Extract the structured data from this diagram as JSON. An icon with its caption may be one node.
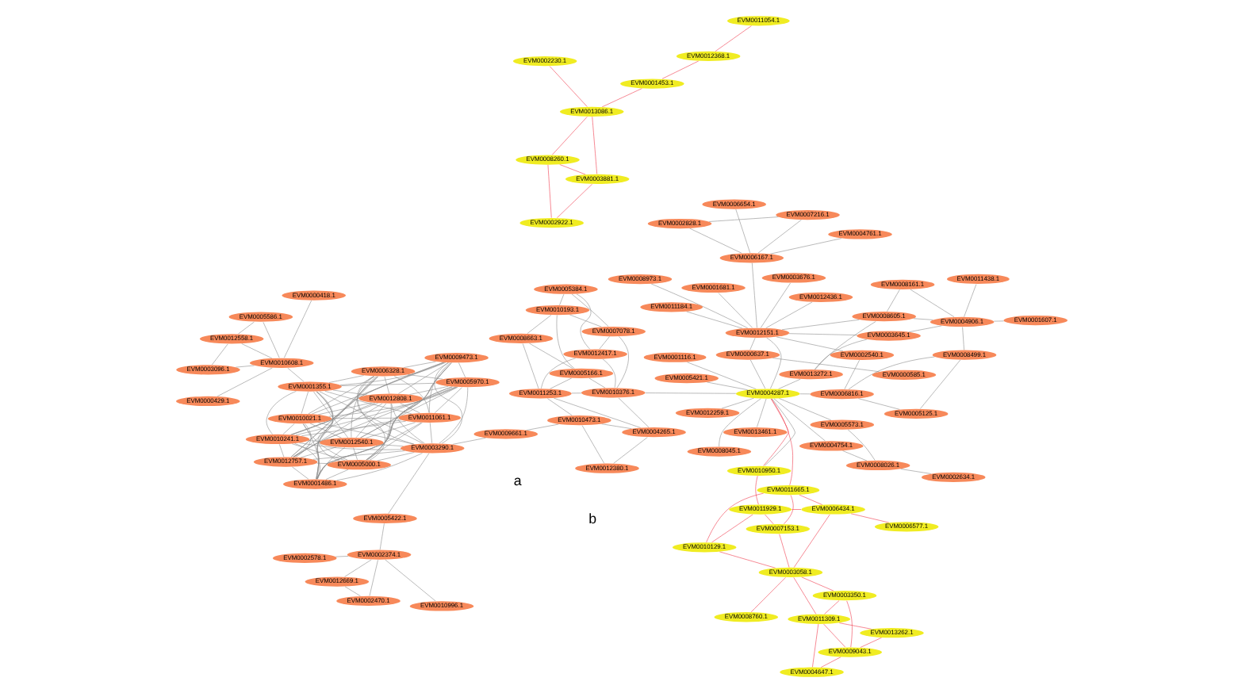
{
  "diagram": {
    "nodes": [
      {
        "text": [
          "EVM0004647.1"
        ]
      },
      {
        "text": [
          "EVM0003350.1"
        ]
      },
      {
        "text": [
          "EVM0009043.1"
        ]
      },
      {
        "text": [
          "EVM0011309.1"
        ]
      },
      {
        "text": [
          "EVM0013262.1"
        ]
      },
      {
        "text": [
          "EVM0003058.1"
        ]
      },
      {
        "text": [
          "EVM0008760.1"
        ]
      },
      {
        "text": [
          "EVM0007153.1"
        ]
      },
      {
        "text": [
          "EVM0010129.1"
        ]
      },
      {
        "text": [
          "EVM0011665.1"
        ]
      },
      {
        "text": [
          "EVM0011929.1"
        ]
      },
      {
        "text": [
          "EVM0006434.1"
        ]
      },
      {
        "text": [
          "EVM0006577.1"
        ]
      },
      {
        "text": [
          "EVM0010950.1"
        ]
      },
      {
        "text": [
          "EVM0004287.1"
        ]
      },
      {
        "text": [
          "EVM0001607.1"
        ]
      },
      {
        "text": [
          "EVM0011438.1"
        ]
      },
      {
        "text": [
          "EVM0008161.1"
        ]
      },
      {
        "text": [
          "EVM0004906.1"
        ]
      },
      {
        "text": [
          "EVM0008499.1"
        ]
      },
      {
        "text": [
          "EVM0011184.1"
        ]
      },
      {
        "text": [
          "EVM0003645.1"
        ]
      },
      {
        "text": [
          "EVM0008605.1"
        ]
      },
      {
        "text": [
          "EVM0001681.1"
        ]
      },
      {
        "text": [
          "EVM0008973.1"
        ]
      },
      {
        "text": [
          "EVM0005125.1"
        ]
      },
      {
        "text": [
          "EVM0002540.1"
        ]
      },
      {
        "text": [
          "EVM0012151.1"
        ]
      },
      {
        "text": [
          "EVM0013272.1"
        ]
      },
      {
        "text": [
          "EVM0012436.1"
        ]
      },
      {
        "text": [
          "EVM0006816.1"
        ]
      },
      {
        "text": [
          "EVM0003676.1"
        ]
      },
      {
        "text": [
          "EVM0008045.1"
        ]
      },
      {
        "text": [
          "EVM0000637.1"
        ]
      },
      {
        "text": [
          "EVM0001116.1"
        ]
      },
      {
        "text": [
          "EVM0000585.1"
        ]
      },
      {
        "text": [
          "EVM0004761.1"
        ]
      },
      {
        "text": [
          "EVM0007216.1"
        ]
      },
      {
        "text": [
          "EVM0002828.1"
        ]
      },
      {
        "text": [
          "EVM0006167.1"
        ]
      },
      {
        "text": [
          "EVM0006654.1"
        ]
      },
      {
        "text": [
          "EVM0005421.1"
        ]
      },
      {
        "text": [
          "EVM0012259.1"
        ]
      },
      {
        "text": [
          "EVM0013461.1"
        ]
      },
      {
        "text": [
          "EVM0005573.1"
        ]
      },
      {
        "text": [
          "EVM0004754.1"
        ]
      },
      {
        "text": [
          "EVM0008026.1"
        ]
      },
      {
        "text": [
          "EVM0002634.1"
        ]
      },
      {
        "text": [
          "EVM0010376.1"
        ]
      },
      {
        "text": [
          "EVM0004265.1"
        ]
      },
      {
        "text": [
          "EVM0010473.1"
        ]
      },
      {
        "text": [
          "EVM0012380.1"
        ]
      },
      {
        "text": [
          "EVM0011253.1"
        ]
      },
      {
        "text": [
          "EVM0012417.1"
        ]
      },
      {
        "text": [
          "EVM0007078.1"
        ]
      },
      {
        "text": [
          "EVM0005166.1"
        ]
      },
      {
        "text": [
          "EVM0005384.1"
        ]
      },
      {
        "text": [
          "EVM0010193.1"
        ]
      },
      {
        "text": [
          "EVM0008663.1"
        ]
      },
      {
        "text": [
          "EVM0009661.1"
        ]
      },
      {
        "text": [
          "EVM0012558.1"
        ]
      },
      {
        "text": [
          "EVM0005586.1"
        ]
      },
      {
        "text": [
          "EVM0003096.1"
        ]
      },
      {
        "text": [
          "EVM0000418.1"
        ]
      },
      {
        "text": [
          "EVM0010608.1"
        ]
      },
      {
        "text": [
          "EVM0000429.1"
        ]
      },
      {
        "text": [
          "EVM0012808.1"
        ]
      },
      {
        "text": [
          "EVM0011061.1"
        ]
      },
      {
        "text": [
          "EVM0001355.1"
        ]
      },
      {
        "text": [
          "EVM0010021.1"
        ]
      },
      {
        "text": [
          "EVM0005000.1"
        ]
      },
      {
        "text": [
          "EVM0009473.1"
        ]
      },
      {
        "text": [
          "EVM0006328.1"
        ]
      },
      {
        "text": [
          "EVM0010241.1"
        ]
      },
      {
        "text": [
          "EVM0012540.1"
        ]
      },
      {
        "text": [
          "EVM0003290.1"
        ]
      },
      {
        "text": [
          "EVM0005970.1"
        ]
      },
      {
        "text": [
          "EVM0001486.1"
        ]
      },
      {
        "text": [
          "EVM0012757.1"
        ]
      },
      {
        "text": [
          "EVM0005422.1"
        ]
      },
      {
        "text": [
          "EVM0002374.1"
        ]
      },
      {
        "text": [
          "EVM0010996.1"
        ]
      },
      {
        "text": [
          "EVM0002578.1"
        ]
      },
      {
        "text": [
          "EVM0002470.1"
        ]
      },
      {
        "text": [
          "EVM0012669.1"
        ]
      },
      {
        "text": [
          "EVM0011054.1"
        ]
      },
      {
        "text": [
          "EVM0012368.1"
        ]
      },
      {
        "text": [
          "EVM0001453.1"
        ]
      },
      {
        "text": [
          "EVM0002230.1"
        ]
      },
      {
        "text": [
          "EVM0013086.1"
        ]
      },
      {
        "text": [
          "EVM0008260.1"
        ]
      },
      {
        "text": [
          "EVM0002922.1"
        ]
      },
      {
        "text": [
          "EVM0003881.1"
        ]
      }
    ],
    "edges": [
      {
        "from": 0,
        "to": 2,
        "arrow": "none",
        "color": "#f0384a"
      },
      {
        "from": 0,
        "to": 3,
        "arrow": "none",
        "color": "#f0384a"
      },
      {
        "from": 1,
        "to": 2,
        "arrow": "none",
        "color": "#f0384a"
      },
      {
        "from": 1,
        "to": 3,
        "arrow": "none",
        "color": "#f0384a"
      },
      {
        "from": 1,
        "to": 5,
        "arrow": "none",
        "color": "#f0384a"
      },
      {
        "from": 2,
        "to": 3,
        "arrow": "none",
        "color": "#f0384a"
      },
      {
        "from": 2,
        "to": 4,
        "arrow": "none",
        "color": "#f0384a"
      },
      {
        "from": 3,
        "to": 4,
        "arrow": "none",
        "color": "#f0384a"
      },
      {
        "from": 3,
        "to": 5,
        "arrow": "none",
        "color": "#f0384a"
      },
      {
        "from": 5,
        "to": 6,
        "arrow": "none",
        "color": "#f0384a"
      },
      {
        "from": 5,
        "to": 7,
        "arrow": "none",
        "color": "#f0384a"
      },
      {
        "from": 5,
        "to": 8,
        "arrow": "none",
        "color": "#f0384a"
      },
      {
        "from": 5,
        "to": 11,
        "arrow": "none",
        "color": "#f0384a"
      },
      {
        "from": 7,
        "to": 9,
        "arrow": "none",
        "color": "#f0384a"
      },
      {
        "from": 7,
        "to": 10,
        "arrow": "none",
        "color": "#f0384a"
      },
      {
        "from": 8,
        "to": 9,
        "arrow": "none",
        "color": "#f0384a"
      },
      {
        "from": 8,
        "to": 10,
        "arrow": "none",
        "color": "#f0384a"
      },
      {
        "from": 11,
        "to": 9,
        "arrow": "none",
        "color": "#f0384a"
      },
      {
        "from": 11,
        "to": 10,
        "arrow": "none",
        "color": "#f0384a"
      },
      {
        "from": 11,
        "to": 12,
        "arrow": "none",
        "color": "#f0384a"
      },
      {
        "from": 10,
        "to": 13,
        "arrow": "none",
        "color": "#f0384a"
      },
      {
        "from": 9,
        "to": 14,
        "arrow": "none",
        "color": "#f0384a"
      },
      {
        "from": 13,
        "to": 14,
        "arrow": "none",
        "color": "#f0384a"
      },
      {
        "from": 13,
        "to": 14,
        "arrow": "none"
      },
      {
        "from": 15,
        "to": 18,
        "arrow": "none"
      },
      {
        "from": 16,
        "to": 18,
        "arrow": "none"
      },
      {
        "from": 17,
        "to": 18,
        "arrow": "none"
      },
      {
        "from": 17,
        "to": 22,
        "arrow": "none"
      },
      {
        "from": 18,
        "to": 19,
        "arrow": "none"
      },
      {
        "from": 18,
        "to": 21,
        "arrow": "none"
      },
      {
        "from": 18,
        "to": 22,
        "arrow": "none"
      },
      {
        "from": 19,
        "to": 30,
        "arrow": "none"
      },
      {
        "from": 19,
        "to": 25,
        "arrow": "none"
      },
      {
        "from": 20,
        "to": 27,
        "arrow": "none"
      },
      {
        "from": 21,
        "to": 27,
        "arrow": "none"
      },
      {
        "from": 21,
        "to": 28,
        "arrow": "none"
      },
      {
        "from": 22,
        "to": 27,
        "arrow": "none"
      },
      {
        "from": 22,
        "to": 28,
        "arrow": "none"
      },
      {
        "from": 23,
        "to": 27,
        "arrow": "none"
      },
      {
        "from": 24,
        "to": 27,
        "arrow": "none"
      },
      {
        "from": 27,
        "to": 39,
        "arrow": "none"
      },
      {
        "from": 26,
        "to": 27,
        "arrow": "none"
      },
      {
        "from": 26,
        "to": 30,
        "arrow": "none"
      },
      {
        "from": 25,
        "to": 30,
        "arrow": "none"
      },
      {
        "from": 27,
        "to": 29,
        "arrow": "none"
      },
      {
        "from": 27,
        "to": 31,
        "arrow": "none"
      },
      {
        "from": 27,
        "to": 33,
        "arrow": "none"
      },
      {
        "from": 28,
        "to": 14,
        "arrow": "none"
      },
      {
        "from": 30,
        "to": 14,
        "arrow": "none"
      },
      {
        "from": 32,
        "to": 14,
        "arrow": "none"
      },
      {
        "from": 34,
        "to": 14,
        "arrow": "none"
      },
      {
        "from": 27,
        "to": 14,
        "arrow": "none"
      },
      {
        "from": 33,
        "to": 35,
        "arrow": "none"
      },
      {
        "from": 39,
        "to": 36,
        "arrow": "none"
      },
      {
        "from": 39,
        "to": 37,
        "arrow": "none"
      },
      {
        "from": 39,
        "to": 38,
        "arrow": "none"
      },
      {
        "from": 39,
        "to": 40,
        "arrow": "none"
      },
      {
        "from": 37,
        "to": 38,
        "arrow": "none"
      },
      {
        "from": 14,
        "to": 33,
        "arrow": "none"
      },
      {
        "from": 14,
        "to": 41,
        "arrow": "none"
      },
      {
        "from": 14,
        "to": 42,
        "arrow": "none"
      },
      {
        "from": 14,
        "to": 43,
        "arrow": "none"
      },
      {
        "from": 14,
        "to": 44,
        "arrow": "none"
      },
      {
        "from": 14,
        "to": 45,
        "arrow": "none"
      },
      {
        "from": 44,
        "to": 46,
        "arrow": "none"
      },
      {
        "from": 45,
        "to": 46,
        "arrow": "none"
      },
      {
        "from": 46,
        "to": 47,
        "arrow": "none"
      },
      {
        "from": 14,
        "to": 48,
        "arrow": "none"
      },
      {
        "from": 48,
        "to": 49,
        "arrow": "none"
      },
      {
        "from": 48,
        "to": 53,
        "arrow": "none"
      },
      {
        "from": 48,
        "to": 54,
        "arrow": "none"
      },
      {
        "from": 48,
        "to": 55,
        "arrow": "none"
      },
      {
        "from": 48,
        "to": 52,
        "arrow": "none"
      },
      {
        "from": 49,
        "to": 52,
        "arrow": "none"
      },
      {
        "from": 49,
        "to": 51,
        "arrow": "none"
      },
      {
        "from": 49,
        "to": 50,
        "arrow": "none"
      },
      {
        "from": 50,
        "to": 52,
        "arrow": "none"
      },
      {
        "from": 50,
        "to": 51,
        "arrow": "none"
      },
      {
        "from": 50,
        "to": 59,
        "arrow": "none"
      },
      {
        "from": 53,
        "to": 52,
        "arrow": "none"
      },
      {
        "from": 53,
        "to": 54,
        "arrow": "none"
      },
      {
        "from": 53,
        "to": 56,
        "arrow": "none"
      },
      {
        "from": 52,
        "to": 58,
        "arrow": "none"
      },
      {
        "from": 52,
        "to": 55,
        "arrow": "none"
      },
      {
        "from": 54,
        "to": 56,
        "arrow": "none"
      },
      {
        "from": 54,
        "to": 57,
        "arrow": "none"
      },
      {
        "from": 55,
        "to": 57,
        "arrow": "none"
      },
      {
        "from": 55,
        "to": 58,
        "arrow": "none"
      },
      {
        "from": 56,
        "to": 57,
        "arrow": "none"
      },
      {
        "from": 57,
        "to": 58,
        "arrow": "none"
      },
      {
        "from": 59,
        "to": 75,
        "arrow": "none"
      },
      {
        "from": 60,
        "to": 61,
        "arrow": "none"
      },
      {
        "from": 60,
        "to": 62,
        "arrow": "none"
      },
      {
        "from": 60,
        "to": 64,
        "arrow": "none"
      },
      {
        "from": 61,
        "to": 64,
        "arrow": "none"
      },
      {
        "from": 62,
        "to": 64,
        "arrow": "none"
      },
      {
        "from": 63,
        "to": 64,
        "arrow": "none"
      },
      {
        "from": 64,
        "to": 65,
        "arrow": "none"
      },
      {
        "from": 64,
        "to": 68,
        "arrow": "none"
      },
      {
        "from": 66,
        "to": 67,
        "arrow": "none"
      },
      {
        "from": 66,
        "to": 68,
        "arrow": "none"
      },
      {
        "from": 66,
        "to": 69,
        "arrow": "none"
      },
      {
        "from": 66,
        "to": 70,
        "arrow": "none"
      },
      {
        "from": 66,
        "to": 71,
        "arrow": "none"
      },
      {
        "from": 66,
        "to": 72,
        "arrow": "none"
      },
      {
        "from": 66,
        "to": 73,
        "arrow": "none"
      },
      {
        "from": 66,
        "to": 74,
        "arrow": "none"
      },
      {
        "from": 66,
        "to": 75,
        "arrow": "none"
      },
      {
        "from": 66,
        "to": 76,
        "arrow": "none"
      },
      {
        "from": 66,
        "to": 77,
        "arrow": "none"
      },
      {
        "from": 66,
        "to": 78,
        "arrow": "none"
      },
      {
        "from": 67,
        "to": 68,
        "arrow": "none"
      },
      {
        "from": 67,
        "to": 69,
        "arrow": "none"
      },
      {
        "from": 67,
        "to": 70,
        "arrow": "none"
      },
      {
        "from": 67,
        "to": 71,
        "arrow": "none"
      },
      {
        "from": 67,
        "to": 72,
        "arrow": "none"
      },
      {
        "from": 67,
        "to": 73,
        "arrow": "none"
      },
      {
        "from": 67,
        "to": 74,
        "arrow": "none"
      },
      {
        "from": 67,
        "to": 75,
        "arrow": "none"
      },
      {
        "from": 67,
        "to": 76,
        "arrow": "none"
      },
      {
        "from": 67,
        "to": 77,
        "arrow": "none"
      },
      {
        "from": 67,
        "to": 78,
        "arrow": "none"
      },
      {
        "from": 68,
        "to": 69,
        "arrow": "none"
      },
      {
        "from": 68,
        "to": 70,
        "arrow": "none"
      },
      {
        "from": 68,
        "to": 71,
        "arrow": "none"
      },
      {
        "from": 68,
        "to": 72,
        "arrow": "none"
      },
      {
        "from": 68,
        "to": 73,
        "arrow": "none"
      },
      {
        "from": 68,
        "to": 74,
        "arrow": "none"
      },
      {
        "from": 68,
        "to": 75,
        "arrow": "none"
      },
      {
        "from": 68,
        "to": 76,
        "arrow": "none"
      },
      {
        "from": 68,
        "to": 77,
        "arrow": "none"
      },
      {
        "from": 68,
        "to": 78,
        "arrow": "none"
      },
      {
        "from": 69,
        "to": 70,
        "arrow": "none"
      },
      {
        "from": 69,
        "to": 71,
        "arrow": "none"
      },
      {
        "from": 69,
        "to": 72,
        "arrow": "none"
      },
      {
        "from": 69,
        "to": 73,
        "arrow": "none"
      },
      {
        "from": 69,
        "to": 74,
        "arrow": "none"
      },
      {
        "from": 69,
        "to": 75,
        "arrow": "none"
      },
      {
        "from": 69,
        "to": 76,
        "arrow": "none"
      },
      {
        "from": 69,
        "to": 77,
        "arrow": "none"
      },
      {
        "from": 69,
        "to": 78,
        "arrow": "none"
      },
      {
        "from": 70,
        "to": 71,
        "arrow": "none"
      },
      {
        "from": 70,
        "to": 72,
        "arrow": "none"
      },
      {
        "from": 70,
        "to": 73,
        "arrow": "none"
      },
      {
        "from": 70,
        "to": 74,
        "arrow": "none"
      },
      {
        "from": 70,
        "to": 75,
        "arrow": "none"
      },
      {
        "from": 70,
        "to": 76,
        "arrow": "none"
      },
      {
        "from": 70,
        "to": 77,
        "arrow": "none"
      },
      {
        "from": 70,
        "to": 78,
        "arrow": "none"
      },
      {
        "from": 71,
        "to": 72,
        "arrow": "none"
      },
      {
        "from": 71,
        "to": 73,
        "arrow": "none"
      },
      {
        "from": 71,
        "to": 74,
        "arrow": "none"
      },
      {
        "from": 71,
        "to": 75,
        "arrow": "none"
      },
      {
        "from": 71,
        "to": 76,
        "arrow": "none"
      },
      {
        "from": 71,
        "to": 77,
        "arrow": "none"
      },
      {
        "from": 71,
        "to": 78,
        "arrow": "none"
      },
      {
        "from": 72,
        "to": 73,
        "arrow": "none"
      },
      {
        "from": 72,
        "to": 74,
        "arrow": "none"
      },
      {
        "from": 72,
        "to": 75,
        "arrow": "none"
      },
      {
        "from": 72,
        "to": 76,
        "arrow": "none"
      },
      {
        "from": 72,
        "to": 77,
        "arrow": "none"
      },
      {
        "from": 72,
        "to": 78,
        "arrow": "none"
      },
      {
        "from": 73,
        "to": 74,
        "arrow": "none"
      },
      {
        "from": 73,
        "to": 75,
        "arrow": "none"
      },
      {
        "from": 73,
        "to": 76,
        "arrow": "none"
      },
      {
        "from": 73,
        "to": 77,
        "arrow": "none"
      },
      {
        "from": 73,
        "to": 78,
        "arrow": "none"
      },
      {
        "from": 74,
        "to": 75,
        "arrow": "none"
      },
      {
        "from": 74,
        "to": 76,
        "arrow": "none"
      },
      {
        "from": 74,
        "to": 77,
        "arrow": "none"
      },
      {
        "from": 74,
        "to": 78,
        "arrow": "none"
      },
      {
        "from": 75,
        "to": 76,
        "arrow": "none"
      },
      {
        "from": 75,
        "to": 77,
        "arrow": "none"
      },
      {
        "from": 75,
        "to": 78,
        "arrow": "none"
      },
      {
        "from": 76,
        "to": 77,
        "arrow": "none"
      },
      {
        "from": 76,
        "to": 78,
        "arrow": "none"
      },
      {
        "from": 77,
        "to": 78,
        "arrow": "none"
      },
      {
        "from": 75,
        "to": 79,
        "arrow": "none"
      },
      {
        "from": 79,
        "to": 80,
        "arrow": "none"
      },
      {
        "from": 80,
        "to": 81,
        "arrow": "none"
      },
      {
        "from": 80,
        "to": 82,
        "arrow": "none"
      },
      {
        "from": 80,
        "to": 83,
        "arrow": "none"
      },
      {
        "from": 80,
        "to": 84,
        "arrow": "none"
      },
      {
        "from": 83,
        "to": 84,
        "arrow": "none"
      },
      {
        "from": 85,
        "to": 86,
        "arrow": "none",
        "color": "#f0384a"
      },
      {
        "from": 86,
        "to": 87,
        "arrow": "none",
        "color": "#f0384a"
      },
      {
        "from": 87,
        "to": 89,
        "arrow": "none",
        "color": "#f0384a"
      },
      {
        "from": 88,
        "to": 89,
        "arrow": "none",
        "color": "#f0384a"
      },
      {
        "from": 89,
        "to": 90,
        "arrow": "none",
        "color": "#f0384a"
      },
      {
        "from": 89,
        "to": 92,
        "arrow": "none",
        "color": "#f0384a"
      },
      {
        "from": 91,
        "to": 90,
        "arrow": "none",
        "color": "#f0384a"
      },
      {
        "from": 91,
        "to": 92,
        "arrow": "none",
        "color": "#f0384a"
      },
      {
        "from": 90,
        "to": 92,
        "arrow": "none",
        "color": "#f0384a"
      }
    ],
    "labels": [
      "a",
      "b"
    ]
  }
}
